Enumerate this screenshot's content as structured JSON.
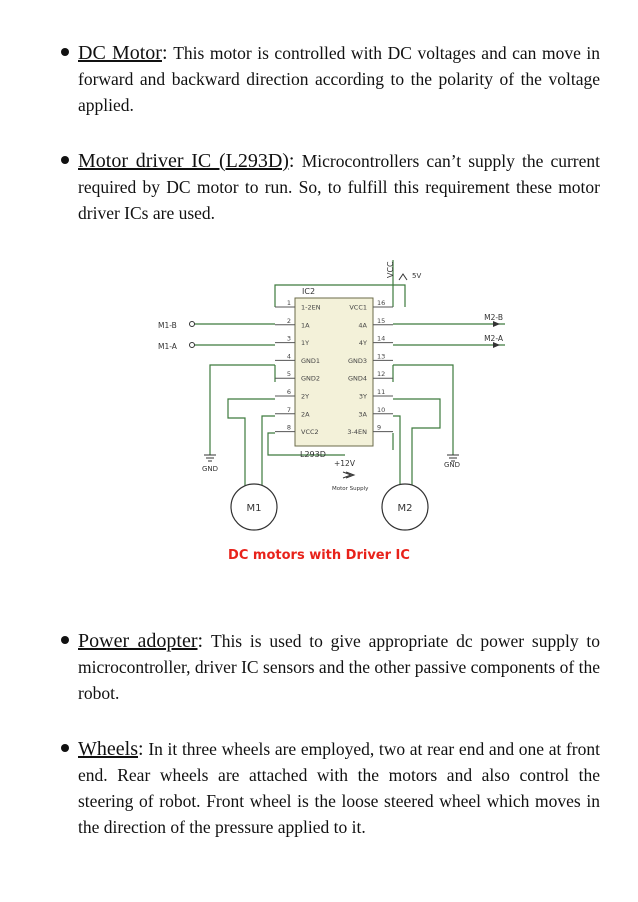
{
  "bullets": [
    {
      "term": "DC Motor",
      "suffix": ":",
      "text": "This motor is controlled with DC voltages and can move in forward and backward direction according to the polarity of the voltage applied."
    },
    {
      "term": "Motor driver IC (L293D)",
      "suffix": ":",
      "text": "Microcontrollers can’t supply the current required by DC motor to run. So, to fulfill this requirement these motor driver ICs are used."
    },
    {
      "term": "Power adopter",
      "suffix": ":",
      "text": "This is used to give appropriate dc power supply to microcontroller, driver IC sensors and the other passive components of the robot."
    },
    {
      "term": "Wheels",
      "suffix": ":",
      "text": "In it three wheels are employed, two at rear end and one at front end. Rear wheels are attached with the motors and also control the steering of robot. Front wheel is the loose steered wheel which moves in the direction of the pressure applied to it."
    }
  ],
  "figure": {
    "caption": "DC motors with Driver IC",
    "ic_name": "IC2",
    "ic_part": "L293D",
    "vcc_label": "VCC",
    "v5_label": "5V",
    "v12_label": "+12V",
    "motor_supply_label": "Motor Supply",
    "gnd_left": "GND",
    "gnd_right": "GND",
    "m1b": "M1-B",
    "m1a": "M1-A",
    "m2b": "M2-B",
    "m2a": "M2-A",
    "motor1": "M1",
    "motor2": "M2",
    "left_pins": [
      "1-2EN",
      "1A",
      "1Y",
      "GND1",
      "GND2",
      "2Y",
      "2A",
      "VCC2"
    ],
    "right_pins": [
      "VCC1",
      "4A",
      "4Y",
      "GND3",
      "GND4",
      "3Y",
      "3A",
      "3-4EN"
    ],
    "left_nums": [
      "1",
      "2",
      "3",
      "4",
      "5",
      "6",
      "7",
      "8"
    ],
    "right_nums": [
      "16",
      "15",
      "14",
      "13",
      "12",
      "11",
      "10",
      "9"
    ],
    "colors": {
      "wire": "#3d7a3d",
      "ic_fill": "#f3f1d9",
      "caption": "#e8221a"
    }
  }
}
